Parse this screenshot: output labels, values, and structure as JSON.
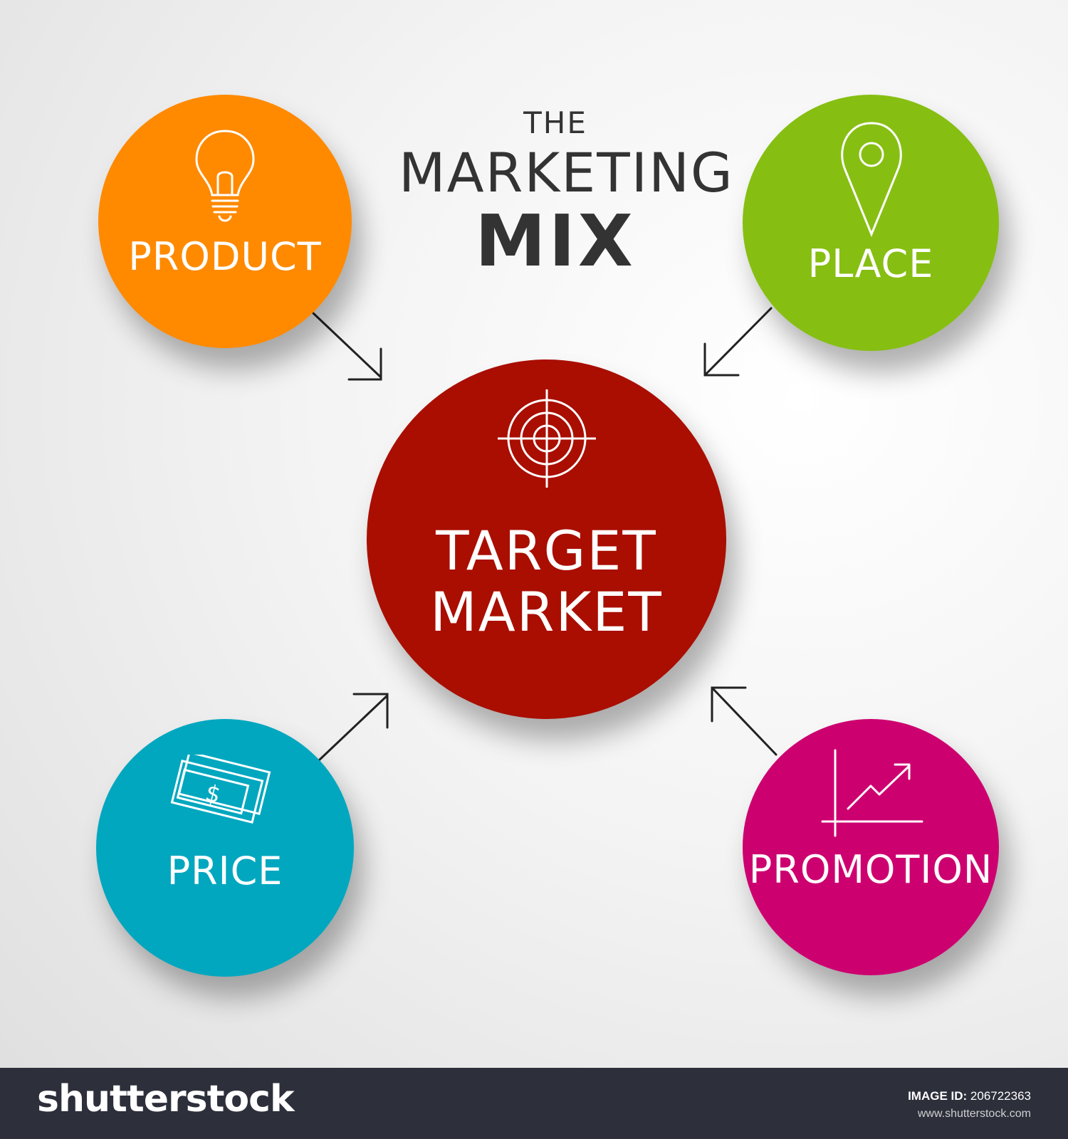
{
  "title": {
    "line1": "THE",
    "line2": "MARKETING",
    "line3": "MIX"
  },
  "nodes": {
    "product": {
      "label": "PRODUCT",
      "color": "#ff8a00",
      "icon": "lightbulb-icon"
    },
    "place": {
      "label": "PLACE",
      "color": "#86bf12",
      "icon": "map-pin-icon"
    },
    "target": {
      "label_line1": "TARGET",
      "label_line2": "MARKET",
      "color": "#a90e00",
      "icon": "target-crosshair-icon"
    },
    "price": {
      "label": "PRICE",
      "color": "#00a7bf",
      "icon": "money-bill-icon",
      "icon_symbol": "$"
    },
    "promotion": {
      "label": "PROMOTION",
      "color": "#cd0070",
      "icon": "growth-chart-icon"
    }
  },
  "edges": [
    {
      "from": "PRODUCT",
      "to": "TARGET MARKET"
    },
    {
      "from": "PLACE",
      "to": "TARGET MARKET"
    },
    {
      "from": "PRICE",
      "to": "TARGET MARKET"
    },
    {
      "from": "PROMOTION",
      "to": "TARGET MARKET"
    }
  ],
  "footer": {
    "brand": "shutterstock",
    "image_id_label": "IMAGE ID:",
    "image_id": "206722363",
    "site": "www.shutterstock.com"
  }
}
